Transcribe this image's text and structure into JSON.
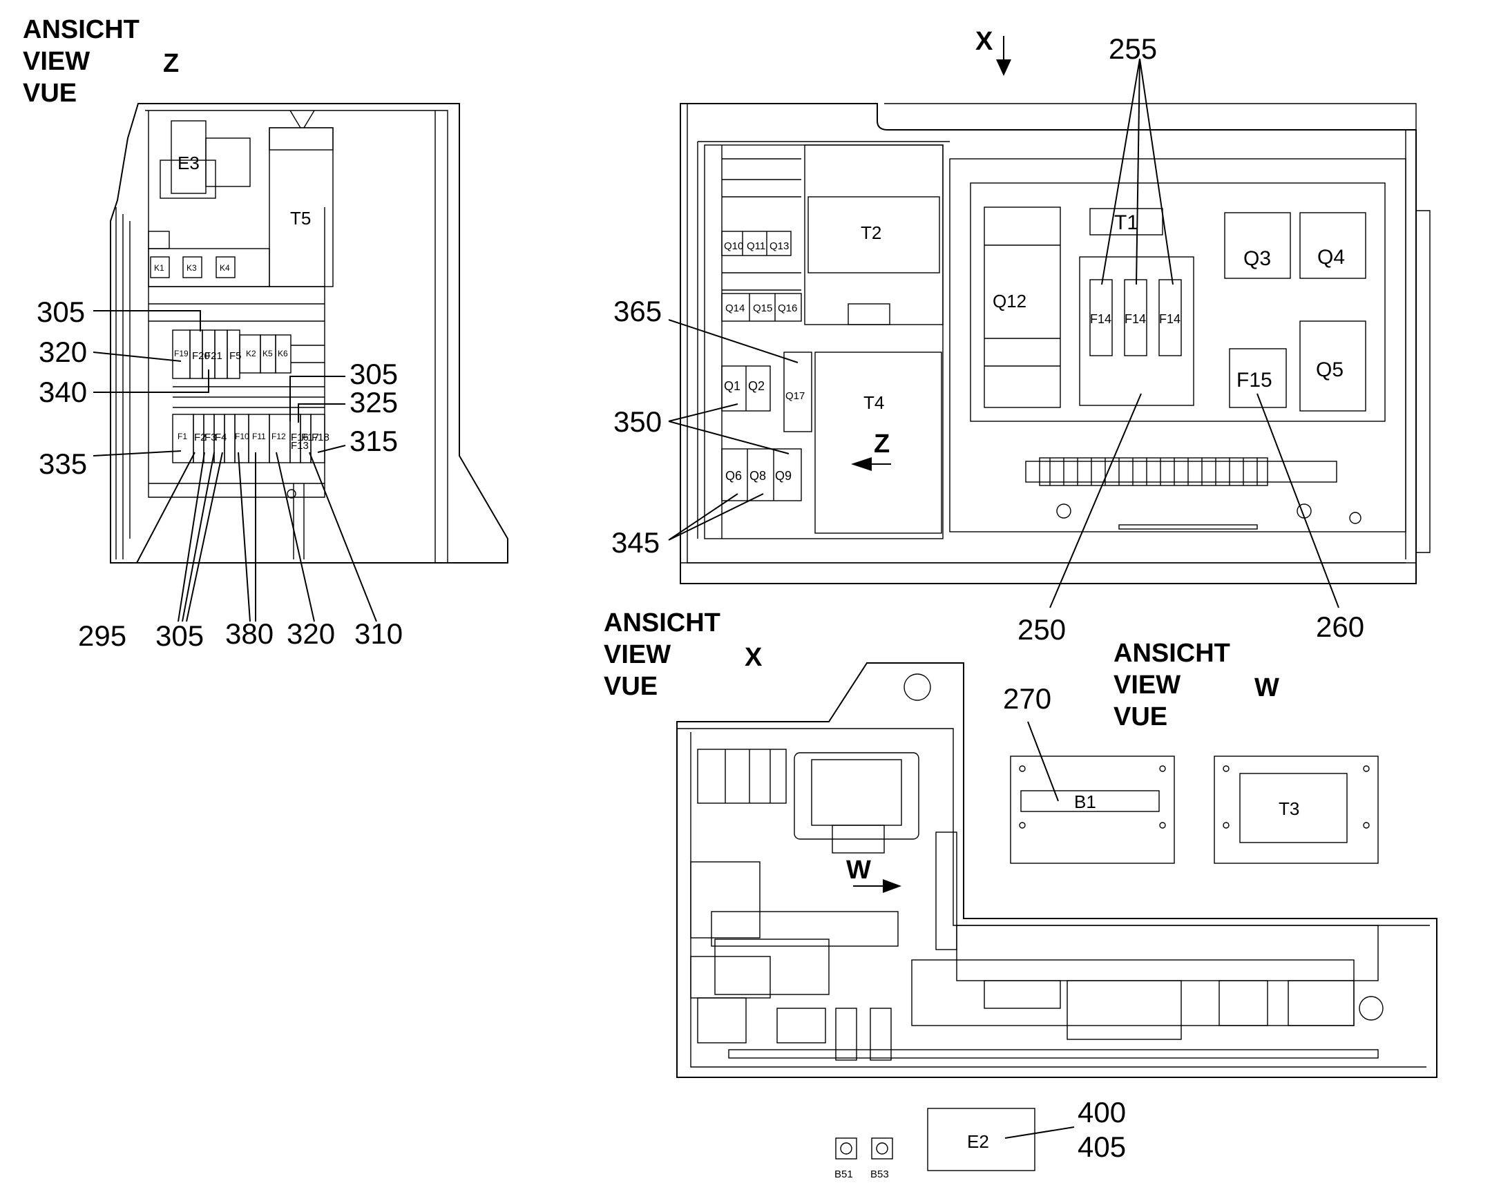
{
  "headings": {
    "z": {
      "l1": "ANSICHT",
      "l2": "VIEW",
      "l3": "VUE",
      "letter": "Z"
    },
    "x": {
      "l1": "ANSICHT",
      "l2": "VIEW",
      "l3": "VUE",
      "letter": "X"
    },
    "w": {
      "l1": "ANSICHT",
      "l2": "VIEW",
      "l3": "VUE",
      "letter": "W"
    }
  },
  "arrows": {
    "x_top": "X",
    "z_inner": "Z",
    "w_inner": "W"
  },
  "view_z": {
    "components": {
      "e3": "E3",
      "t5": "T5",
      "k1": "K1",
      "k3": "K3",
      "k4": "K4",
      "f19": "F19",
      "f20": "F20",
      "f21": "F21",
      "f5": "F5",
      "k2": "K2",
      "k5": "K5",
      "k6": "K6",
      "f1": "F1",
      "f2": "F2",
      "f3": "F3",
      "f4": "F4",
      "f10": "F10",
      "f11": "F11",
      "f12": "F12",
      "f16": "F16",
      "f17": "F17",
      "f18": "F18",
      "f13": "F13"
    },
    "callouts": {
      "c305a": "305",
      "c320a": "320",
      "c340": "340",
      "c305b": "305",
      "c325": "325",
      "c335": "335",
      "c315": "315",
      "c295": "295",
      "c305c": "305",
      "c380": "380",
      "c320b": "320",
      "c310": "310"
    }
  },
  "view_main": {
    "components": {
      "t1": "T1",
      "t2": "T2",
      "t4": "T4",
      "q10": "Q10",
      "q11": "Q11",
      "q13": "Q13",
      "q14": "Q14",
      "q15": "Q15",
      "q16": "Q16",
      "q1": "Q1",
      "q2": "Q2",
      "q17": "Q17",
      "q6": "Q6",
      "q8": "Q8",
      "q9": "Q9",
      "q12": "Q12",
      "f14a": "F14",
      "f14b": "F14",
      "f14c": "F14",
      "q3": "Q3",
      "q4": "Q4",
      "q5": "Q5",
      "f15": "F15"
    },
    "callouts": {
      "c255": "255",
      "c365": "365",
      "c350": "350",
      "c345": "345",
      "c250": "250",
      "c260": "260"
    }
  },
  "view_x": {
    "components": {
      "b1": "B1",
      "t3": "T3",
      "e2": "E2",
      "b51": "B51",
      "b53": "B53"
    },
    "callouts": {
      "c270": "270",
      "c400": "400",
      "c405": "405"
    }
  }
}
